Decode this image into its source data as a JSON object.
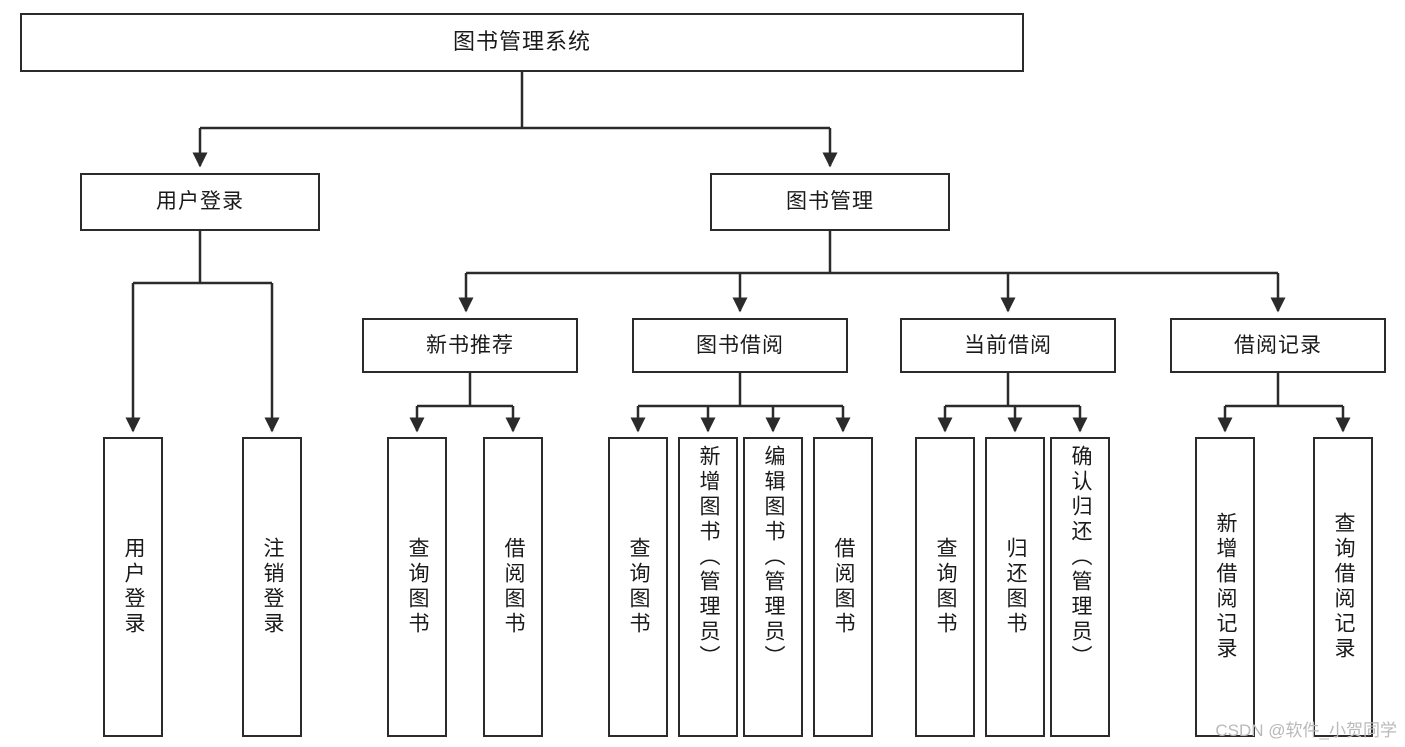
{
  "diagram": {
    "title": "图书管理系统",
    "type": "tree-hierarchy-chart",
    "stroke_color": "#2b2b2b",
    "background_color": "#ffffff",
    "text_color": "#1a1a1a"
  },
  "watermark": {
    "text": "CSDN @软件_小贺同学",
    "color": "#b9b9b9"
  },
  "nodes": {
    "root": {
      "label": "图书管理系统"
    },
    "level2": [
      {
        "id": "user-login",
        "label": "用户登录"
      },
      {
        "id": "book-management",
        "label": "图书管理"
      }
    ],
    "level3": [
      {
        "id": "new-book-recommend",
        "label": "新书推荐"
      },
      {
        "id": "book-borrow",
        "label": "图书借阅"
      },
      {
        "id": "current-borrow",
        "label": "当前借阅"
      },
      {
        "id": "borrow-record",
        "label": "借阅记录"
      }
    ],
    "leaves": {
      "user_login": [
        {
          "id": "leaf-user-login",
          "label": "用户登录"
        },
        {
          "id": "leaf-logout-login",
          "label": "注销登录"
        }
      ],
      "new_book_recommend": [
        {
          "id": "leaf-query-book-1",
          "label": "查询图书"
        },
        {
          "id": "leaf-borrow-book-1",
          "label": "借阅图书"
        }
      ],
      "book_borrow": [
        {
          "id": "leaf-query-book-2",
          "label": "查询图书"
        },
        {
          "id": "leaf-add-book",
          "label": "新增图书（管理员）"
        },
        {
          "id": "leaf-edit-book",
          "label": "编辑图书（管理员）"
        },
        {
          "id": "leaf-borrow-book-2",
          "label": "借阅图书"
        }
      ],
      "current_borrow": [
        {
          "id": "leaf-query-book-3",
          "label": "查询图书"
        },
        {
          "id": "leaf-return-book",
          "label": "归还图书"
        },
        {
          "id": "leaf-confirm-return",
          "label": "确认归还（管理员）"
        }
      ],
      "borrow_record": [
        {
          "id": "leaf-add-record",
          "label": "新增借阅记录"
        },
        {
          "id": "leaf-query-record",
          "label": "查询借阅记录"
        }
      ]
    }
  }
}
